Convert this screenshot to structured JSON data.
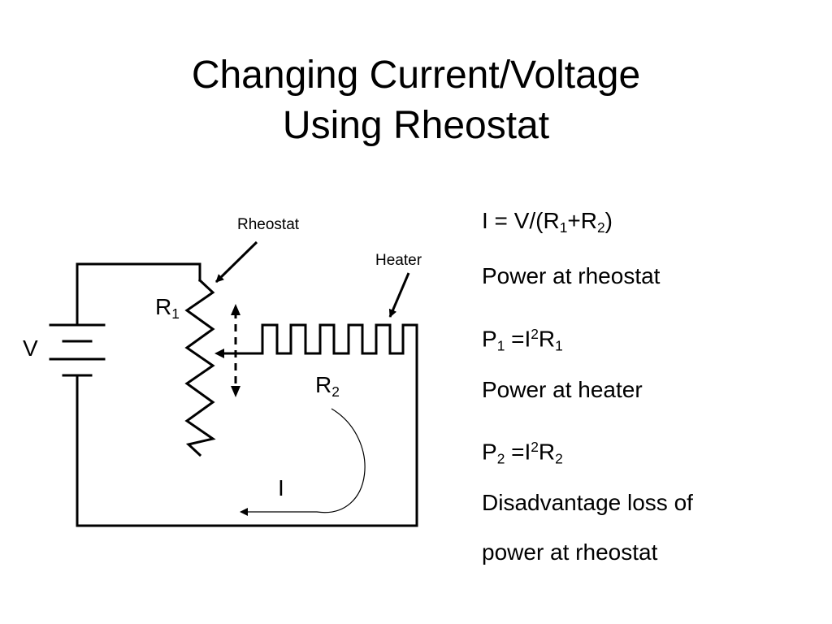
{
  "slide": {
    "title_line1": "Changing Current/Voltage",
    "title_line2": "Using Rheostat"
  },
  "diagram": {
    "rheostat_label": "Rheostat",
    "heater_label": "Heater",
    "voltage_label": "V",
    "r1_main": "R",
    "r1_sub": "1",
    "r2_main": "R",
    "r2_sub": "2",
    "current_label": "I"
  },
  "equations": {
    "line1": {
      "a": "I = V/(R",
      "s1": "1",
      "b": "+R",
      "s2": "2",
      "c": ")"
    },
    "line2": "Power at rheostat",
    "line3": {
      "a": "P",
      "s1": "1",
      "b": " =I",
      "sup": "2",
      "c": "R",
      "s2": "1"
    },
    "line4": "Power at heater",
    "line5": {
      "a": "P",
      "s1": "2",
      "b": " =I",
      "sup": "2",
      "c": "R",
      "s2": "2"
    },
    "line6": "Disadvantage loss of",
    "line7": "power at rheostat"
  }
}
